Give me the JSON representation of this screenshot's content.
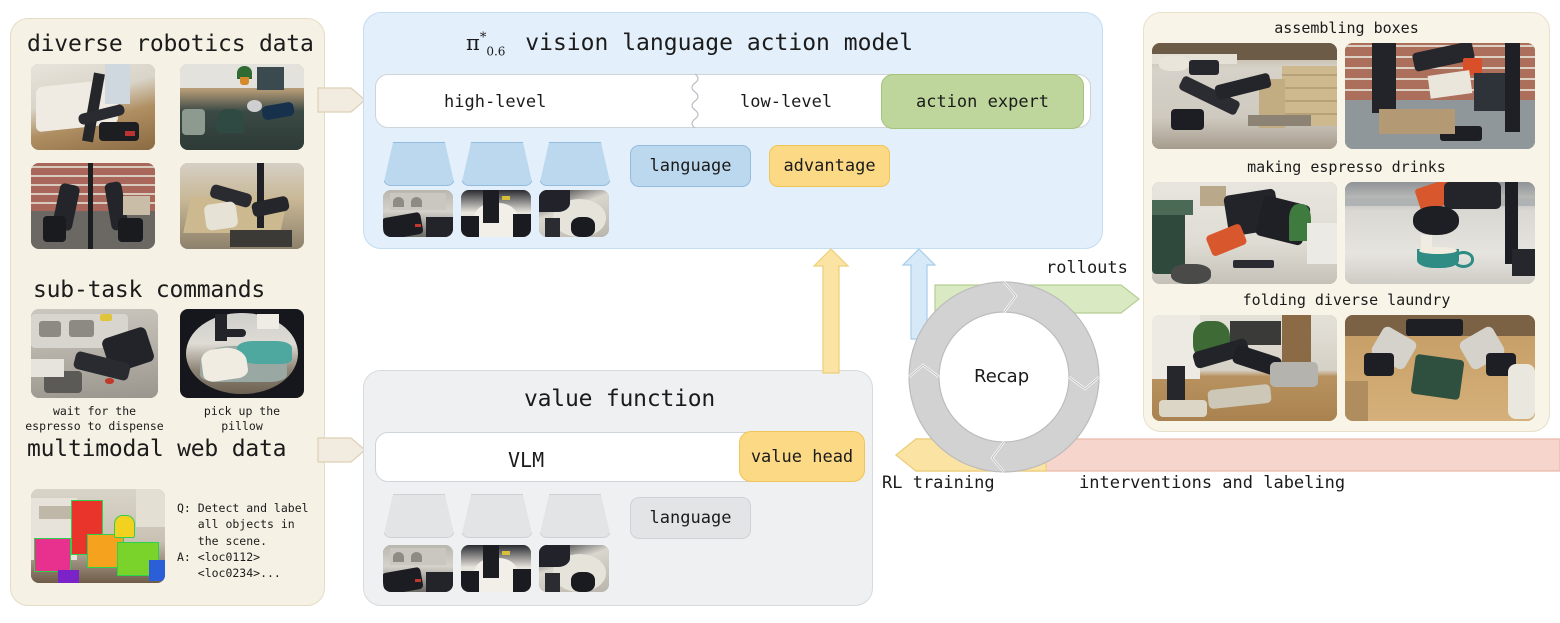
{
  "left_panel": {
    "sections": [
      {
        "title": "diverse robotics data",
        "photos": [
          "bedroom-robot-arm",
          "table-robot-arm",
          "brick-wall-dual-arm",
          "box-packing-arm"
        ]
      },
      {
        "title": "sub-task commands",
        "photos": [
          "espresso-machine-arm",
          "fisheye-bedroom-pillow"
        ],
        "captions": [
          "wait for the\nespresso to dispense",
          "pick up the\npillow"
        ]
      },
      {
        "title": "multimodal web data",
        "photos": [
          "segmented-living-room"
        ],
        "qa": "Q: Detect and label\n   all objects in\n   the scene.\nA: <loc0112>\n   <loc0234>..."
      }
    ]
  },
  "vla": {
    "title_pi": "π",
    "title_sup": "*",
    "title_sub": "0.6",
    "title_rest": "vision language action model",
    "bar": {
      "left_label": "high-level",
      "right_label": "low-level",
      "expert_label": "action expert"
    },
    "chips": [
      "language",
      "advantage"
    ],
    "token_count": 3,
    "thumbs": [
      "wrist-cam-espresso",
      "wrist-cam-cloth",
      "wrist-cam-overhead"
    ]
  },
  "value_function": {
    "title": "value function",
    "bar_label": "VLM",
    "head_label": "value head",
    "chips": [
      "language"
    ],
    "token_count": 3,
    "thumbs": [
      "wrist-cam-espresso",
      "wrist-cam-cloth",
      "wrist-cam-overhead"
    ]
  },
  "recap": {
    "label": "Recap"
  },
  "flows": {
    "rollouts": "rollouts",
    "rl_training": "RL training",
    "interventions": "interventions and labeling"
  },
  "right_panel": {
    "rows": [
      {
        "title": "assembling boxes",
        "photos": [
          "warehouse-box-arm",
          "brick-wall-box-fold"
        ]
      },
      {
        "title": "making espresso drinks",
        "photos": [
          "cafe-espresso-arms",
          "pouring-milk-cup"
        ]
      },
      {
        "title": "folding diverse laundry",
        "photos": [
          "living-room-laundry",
          "overhead-folding-shirt"
        ]
      }
    ]
  },
  "colors": {
    "panel_left_bg": "#f6f1e5",
    "panel_right_bg": "#f8f4e8",
    "vla_bg": "#e3effa",
    "value_bg": "#eff0f1",
    "chip_blue": "#bcd8ef",
    "chip_yellow": "#fcd985",
    "chip_green": "#bed69b",
    "chip_grey": "#e2e4e6",
    "flow_green": "#d9e9c2",
    "flow_pink": "#f6d6cc",
    "flow_yellow": "#fbe3a4",
    "flow_blue": "#d6e9f8",
    "flow_cream": "#f2ece0",
    "recap_ring": "#d2d2d2"
  }
}
